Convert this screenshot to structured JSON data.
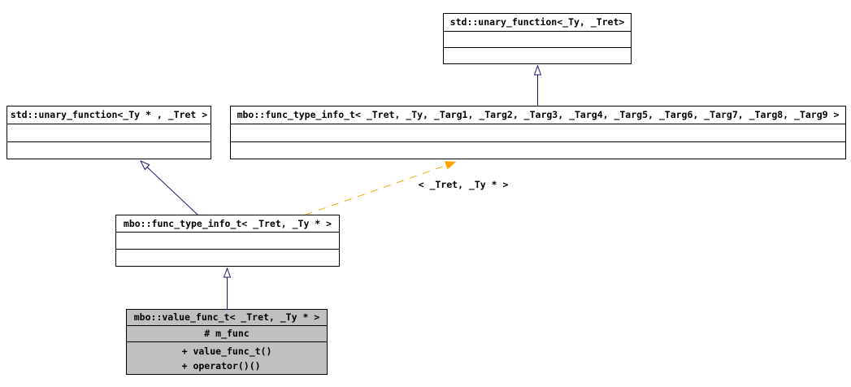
{
  "diagram": {
    "type": "uml-class-inheritance-graph",
    "colors": {
      "inheritance_edge": "#191970",
      "template_edge": "#ffa500",
      "node_fill": "#ffffff",
      "focus_node_fill": "#c0c0c0",
      "node_border": "#000000",
      "arrowhead_hollow_fill": "#ffffff",
      "text": "#000000"
    },
    "classes": [
      {
        "title": "std::unary_function<_Ty, _Tret>",
        "attrs": [],
        "methods": []
      },
      {
        "title": "std::unary_function<_Ty * , _Tret >",
        "attrs": [],
        "methods": []
      },
      {
        "title": "mbo::func_type_info_t< _Tret, _Ty, _Targ1, _Targ2, _Targ3, _Targ4, _Targ5, _Targ6, _Targ7, _Targ8, _Targ9 >",
        "attrs": [],
        "methods": []
      },
      {
        "title": "mbo::func_type_info_t< _Tret, _Ty * >",
        "attrs": [],
        "methods": []
      },
      {
        "title": "mbo::value_func_t< _Tret, _Ty * >",
        "attrs": [
          "# m_func"
        ],
        "methods": [
          "+ value_func_t()",
          "+ operator()()"
        ]
      }
    ],
    "edges": [
      {
        "from": "mbo::func_type_info_t< _Tret, _Ty, _Targ1, _Targ2, _Targ3, _Targ4, _Targ5, _Targ6, _Targ7, _Targ8, _Targ9 >",
        "to": "std::unary_function<_Ty, _Tret>",
        "type": "public-inheritance",
        "label": ""
      },
      {
        "from": "mbo::value_func_t< _Tret, _Ty * >",
        "to": "mbo::func_type_info_t< _Tret, _Ty * >",
        "type": "public-inheritance",
        "label": ""
      },
      {
        "from": "mbo::func_type_info_t< _Tret, _Ty * >",
        "to": "std::unary_function<_Ty * , _Tret >",
        "type": "public-inheritance",
        "label": ""
      },
      {
        "from": "mbo::func_type_info_t< _Tret, _Ty * >",
        "to": "mbo::func_type_info_t< _Tret, _Ty, _Targ1, _Targ2, _Targ3, _Targ4, _Targ5, _Targ6, _Targ7, _Targ8, _Targ9 >",
        "type": "template-instance",
        "label": "< _Tret, _Ty * >"
      }
    ]
  }
}
